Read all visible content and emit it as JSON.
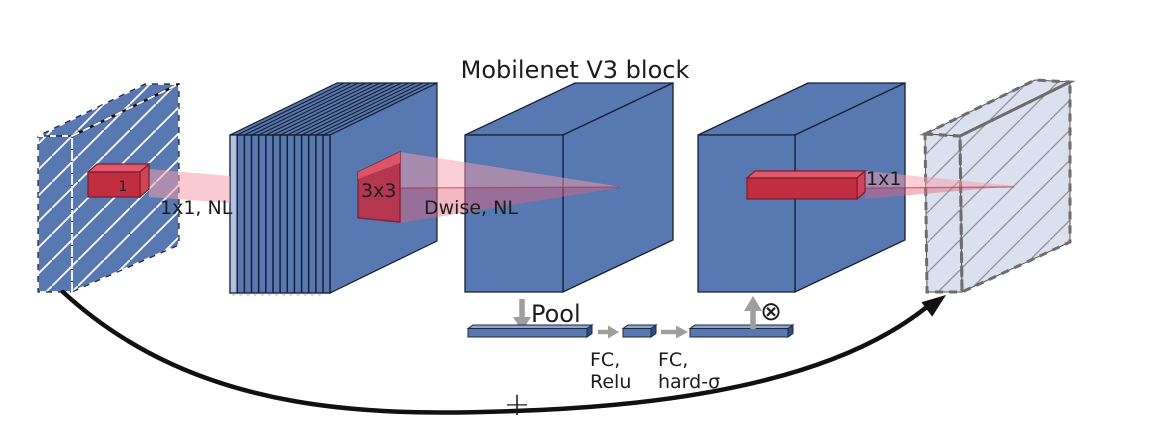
{
  "title": "Mobilenet V3 block",
  "labels": {
    "expand": "1x1, NL",
    "input_kernel": "1",
    "dwise_kernel": "3x3",
    "dwise": "Dwise, NL",
    "project": "1x1",
    "pool": "Pool",
    "fc1_line1": "FC,",
    "fc1_line2": "Relu",
    "fc2_line1": "FC,",
    "fc2_line2": "hard-σ",
    "multiply": "⊗",
    "add": "+"
  },
  "colors": {
    "block_blue": "#5878b2",
    "slice_light": "#b3c0de",
    "edge_dark": "#15202f",
    "output_fill": "#dbe0ef",
    "output_hatch": "#909090",
    "output_dash": "#6d6d6d",
    "kernel_red_front": "#c12e42",
    "kernel_red_top": "#e05a6c",
    "kernel_red_side": "#cf4458",
    "beam_pink_light": "#f49eac",
    "beam_pink_dark": "#e4647a",
    "arrow_gray": "#9e9e9e",
    "skip_black": "#111111",
    "text": "#1c1c1c"
  }
}
